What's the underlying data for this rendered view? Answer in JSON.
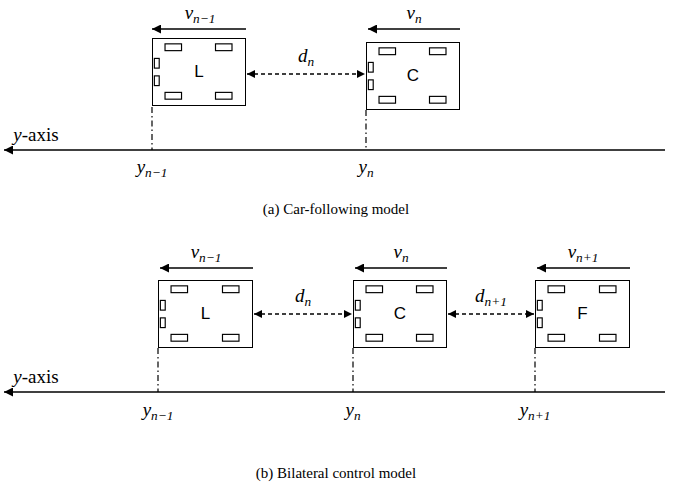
{
  "diagram": {
    "nodes": [
      {
        "text": [
          "L"
        ]
      },
      {
        "text": [
          "C"
        ]
      },
      {
        "text": [
          "L"
        ]
      },
      {
        "text": [
          "C"
        ]
      },
      {
        "text": [
          "F"
        ]
      }
    ],
    "edges": [
      {
        "from": 0,
        "to": 1,
        "label": "dn",
        "arrow": "both"
      },
      {
        "from": 2,
        "to": 3,
        "label": "dn",
        "arrow": "both"
      },
      {
        "from": 3,
        "to": 4,
        "label": "dn+1",
        "arrow": "both"
      }
    ],
    "labels": [
      "vn−1",
      "vn",
      "y-axis",
      "yn−1",
      "yn",
      "(a) Car-following model",
      "vn−1",
      "vn",
      "vn+1",
      "y-axis",
      "yn−1",
      "yn",
      "yn+1",
      "(b) Bilateral control model"
    ]
  }
}
